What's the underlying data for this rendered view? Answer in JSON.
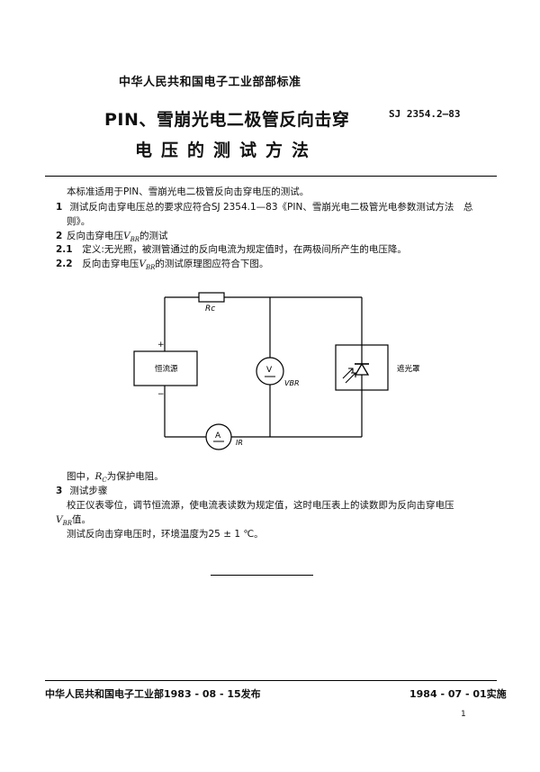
{
  "header": {
    "ministry_standard": "中华人民共和国电子工业部部标准",
    "title_line1": "PIN、雪崩光电二极管反向击穿",
    "title_line2": "电压的测试方法",
    "standard_no": "SJ 2354.2—83"
  },
  "content": {
    "intro": "本标准适用于PIN、雪崩光电二极管反向击穿电压的测试。",
    "s1": {
      "num": "1",
      "text_a": "测试反向击穿电压总的要求应符合SJ 2354.1—83《PIN、雪崩光电二极管光电参数测试方法　总",
      "text_b": "则》。"
    },
    "s2": {
      "num": "2",
      "pre": "反向击穿电压",
      "v": "V",
      "sub": "BR",
      "post": "的测试"
    },
    "s21": {
      "num": "2.1",
      "text": "定义:无光照，被测管通过的反向电流为规定值时，在两极间所产生的电压降。"
    },
    "s22": {
      "num": "2.2",
      "pre": "反向击穿电压",
      "v": "V",
      "sub": "BR",
      "post": "的测试原理图应符合下图。"
    },
    "fig_note": {
      "pre": "图中，",
      "r": "R",
      "sub": "C",
      "post": "为保护电阻。"
    },
    "s3": {
      "num": "3",
      "title": "测试步骤"
    },
    "step1": {
      "text": "校正仪表零位，调节恒流源，使电流表读数为规定值，这时电压表上的读数即为反向击穿电压"
    },
    "step1b": {
      "v": "V",
      "sub": "BR",
      "post": "值。"
    },
    "step2": {
      "text": "测试反向击穿电压时，环境温度为25 ± 1 ℃。"
    }
  },
  "diagram": {
    "resistor_label": "Rc",
    "source_label": "恒流源",
    "plus": "+",
    "minus": "−",
    "voltmeter_symbol": "V",
    "voltmeter_label": "VBR",
    "ammeter_symbol": "A",
    "ammeter_label": "IR",
    "shield_label": "遮光罩"
  },
  "footer": {
    "issued": "中华人民共和国电子工业部1983 - 08 - 15发布",
    "effective": "1984 - 07 - 01实施",
    "page": "1"
  }
}
